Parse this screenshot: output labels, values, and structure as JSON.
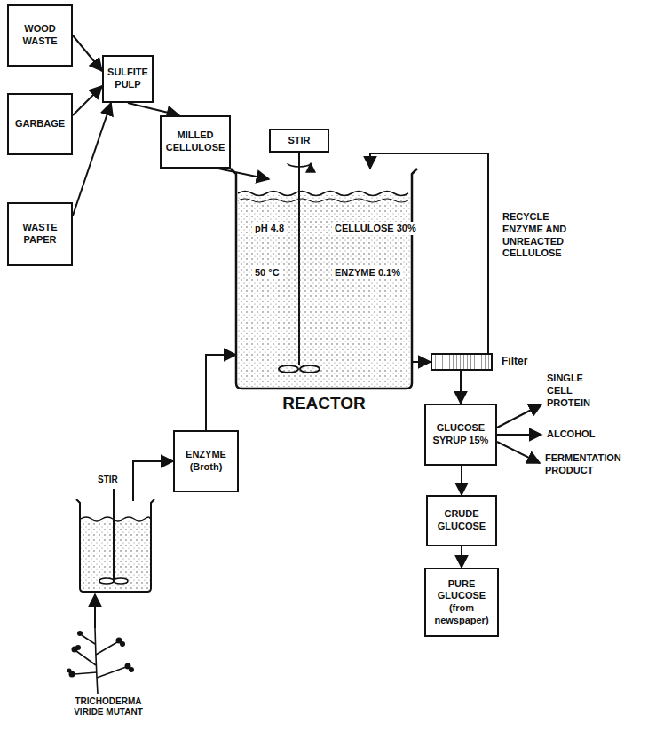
{
  "diagram": {
    "nodes": [
      {
        "text": [
          "WOOD WASTE"
        ]
      },
      {
        "text": [
          "GARBAGE"
        ]
      },
      {
        "text": [
          "WASTE PAPER"
        ]
      },
      {
        "text": [
          "SULFITE PULP"
        ]
      },
      {
        "text": [
          "MILLED CELLULOSE"
        ]
      },
      {
        "text": [
          "STIR"
        ]
      },
      {
        "text": [
          "pH 4.8",
          "CELLULOSE 30%",
          "50 °C",
          "ENZYME 0.1%",
          "REACTOR"
        ]
      },
      {
        "text": [
          "Filter"
        ]
      },
      {
        "text": [
          "GLUCOSE SYRUP 15%"
        ]
      },
      {
        "text": [
          "CRUDE GLUCOSE"
        ]
      },
      {
        "text": [
          "PURE GLUCOSE (from newspaper)"
        ]
      },
      {
        "text": [
          "ENZYME (Broth)"
        ]
      },
      {
        "text": [
          "STIR"
        ]
      },
      {
        "text": [
          "TRICHODERMA VIRIDE MUTANT"
        ]
      }
    ],
    "edges": [
      {
        "from": 0,
        "to": 3,
        "arrow": "to"
      },
      {
        "from": 1,
        "to": 3,
        "arrow": "to"
      },
      {
        "from": 2,
        "to": 3,
        "arrow": "to"
      },
      {
        "from": 3,
        "to": 4,
        "arrow": "to"
      },
      {
        "from": 4,
        "to": 6,
        "arrow": "to"
      },
      {
        "from": 6,
        "to": 7,
        "arrow": "to"
      },
      {
        "from": 7,
        "to": 8,
        "arrow": "to"
      },
      {
        "from": 7,
        "to": 6,
        "arrow": "to"
      },
      {
        "from": 8,
        "to": 9,
        "arrow": "to"
      },
      {
        "from": 9,
        "to": 10,
        "arrow": "to"
      },
      {
        "from": 11,
        "to": 6,
        "arrow": "to"
      },
      {
        "from": 12,
        "to": 11,
        "arrow": "to"
      },
      {
        "from": 13,
        "to": 12,
        "arrow": "to"
      }
    ],
    "labels": [
      "RECYCLE ENZYME AND UNREACTED CELLULOSE",
      "SINGLE CELL PROTEIN",
      "ALCOHOL",
      "FERMENTATION PRODUCT"
    ]
  }
}
